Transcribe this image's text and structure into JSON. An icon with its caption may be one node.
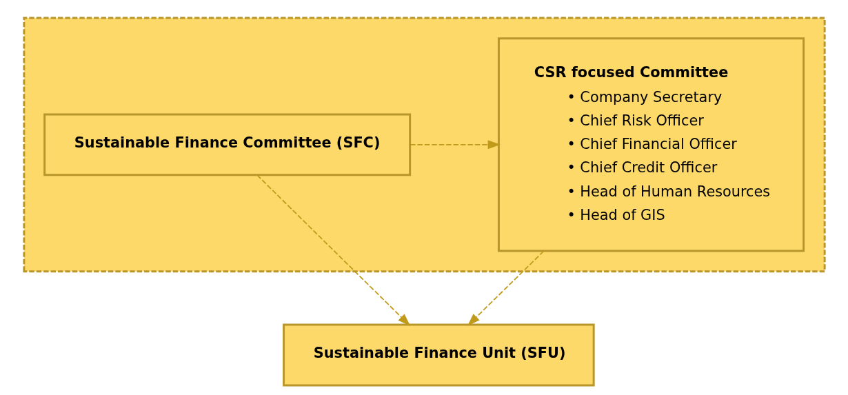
{
  "diagram": {
    "nodes": [
      {
        "text": [],
        "shape": "box"
      },
      {
        "text": [
          "Sustainable Finance Committee (SFC)"
        ],
        "in": 0
      },
      {
        "text": [
          "CSR focused Committee",
          "• Company Secretary",
          "• Chief Risk Officer",
          "• Chief Financial Officer",
          "• Chief Credit Officer",
          "• Head of Human Resources",
          "• Head of GIS"
        ],
        "in": 0
      },
      {
        "text": [
          "Sustainable Finance Unit (SFU)"
        ]
      }
    ],
    "edges": [
      {
        "from": 1,
        "to": 2,
        "arrow": "to",
        "style": "dashed"
      },
      {
        "from": 1,
        "to": 3,
        "arrow": "to",
        "style": "dashed"
      },
      {
        "from": 2,
        "to": 3,
        "arrow": "to",
        "style": "dashed"
      }
    ]
  }
}
